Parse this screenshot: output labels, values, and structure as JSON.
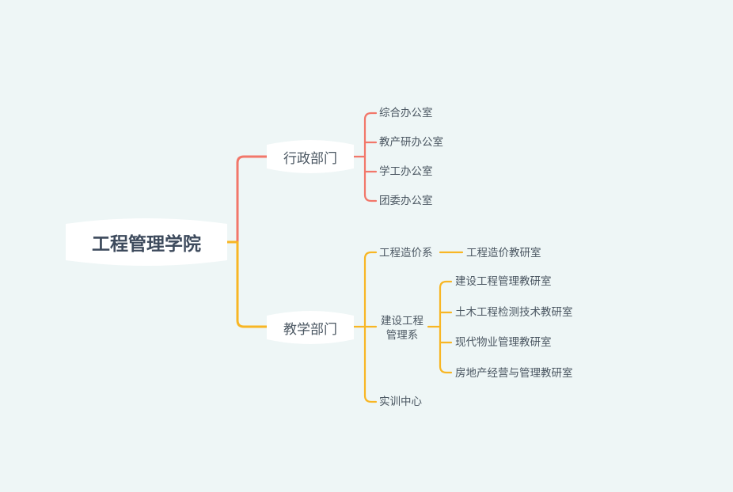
{
  "colors": {
    "background": "#eef6f6",
    "admin_branch": "#f2776a",
    "teaching_branch": "#f8b624",
    "node_fill": "#ffffff",
    "text": "#4a5661"
  },
  "root": {
    "label": "工程管理学院"
  },
  "admin": {
    "label": "行政部门",
    "children": [
      "综合办公室",
      "教产研办公室",
      "学工办公室",
      "团委办公室"
    ]
  },
  "teaching": {
    "label": "教学部门",
    "cost": {
      "label": "工程造价系",
      "child": "工程造价教研室"
    },
    "construction": {
      "label_line1": "建设工程",
      "label_line2": "管理系",
      "children": [
        "建设工程管理教研室",
        "土木工程检测技术教研室",
        "现代物业管理教研室",
        "房地产经营与管理教研室"
      ]
    },
    "training": {
      "label": "实训中心"
    }
  }
}
